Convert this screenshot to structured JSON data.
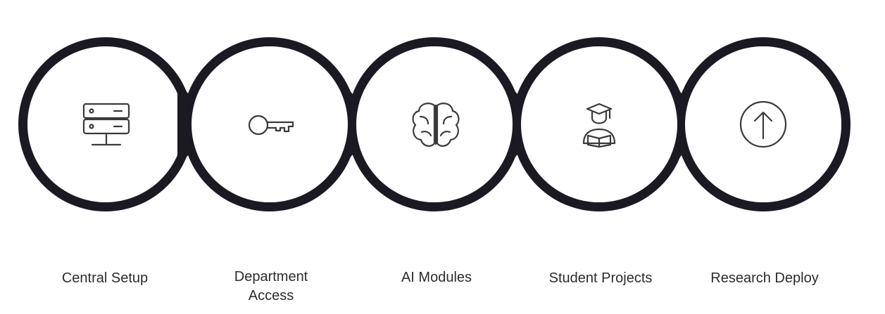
{
  "colors": {
    "ring": "#1b1a22",
    "fill": "#ffffff",
    "icon": "#3a3a3a",
    "label": "#2c2c2c"
  },
  "steps": [
    {
      "label": "Central Setup",
      "icon": "server-icon"
    },
    {
      "label": "Department\nAccess",
      "icon": "key-icon"
    },
    {
      "label": "AI Modules",
      "icon": "brain-icon"
    },
    {
      "label": "Student Projects",
      "icon": "graduate-icon"
    },
    {
      "label": "Research Deploy",
      "icon": "arrow-up-circle-icon"
    }
  ]
}
